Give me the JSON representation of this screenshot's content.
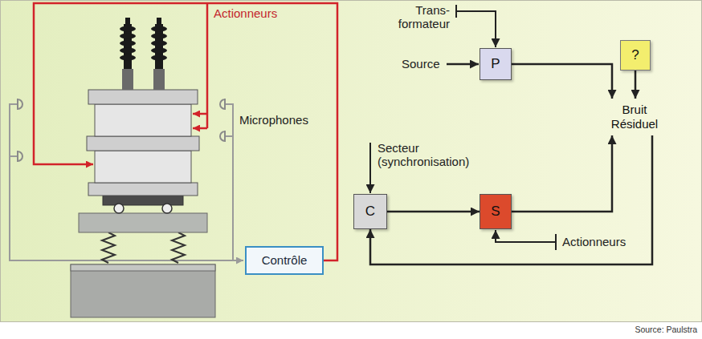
{
  "diagram": {
    "nodes": [
      {
        "text": [
          "P"
        ]
      },
      {
        "text": [
          "?"
        ]
      },
      {
        "text": [
          "Bruit Résiduel"
        ]
      },
      {
        "text": [
          "C"
        ]
      },
      {
        "text": [
          "S"
        ]
      },
      {
        "text": [
          "Contrôle"
        ]
      }
    ],
    "edges": [
      {
        "from": 0,
        "to": 2,
        "arrow": "to"
      },
      {
        "from": 1,
        "to": 2,
        "arrow": "to"
      },
      {
        "from": 4,
        "to": 2,
        "arrow": "to"
      },
      {
        "from": 2,
        "to": 3,
        "arrow": "to"
      },
      {
        "from": 3,
        "to": 4,
        "arrow": "to"
      }
    ],
    "labels": [
      "Actionneurs",
      "Microphones",
      "Trans- formateur",
      "Source",
      "Secteur (synchronisation)",
      "Actionneurs",
      "Source: Paulstra"
    ]
  }
}
